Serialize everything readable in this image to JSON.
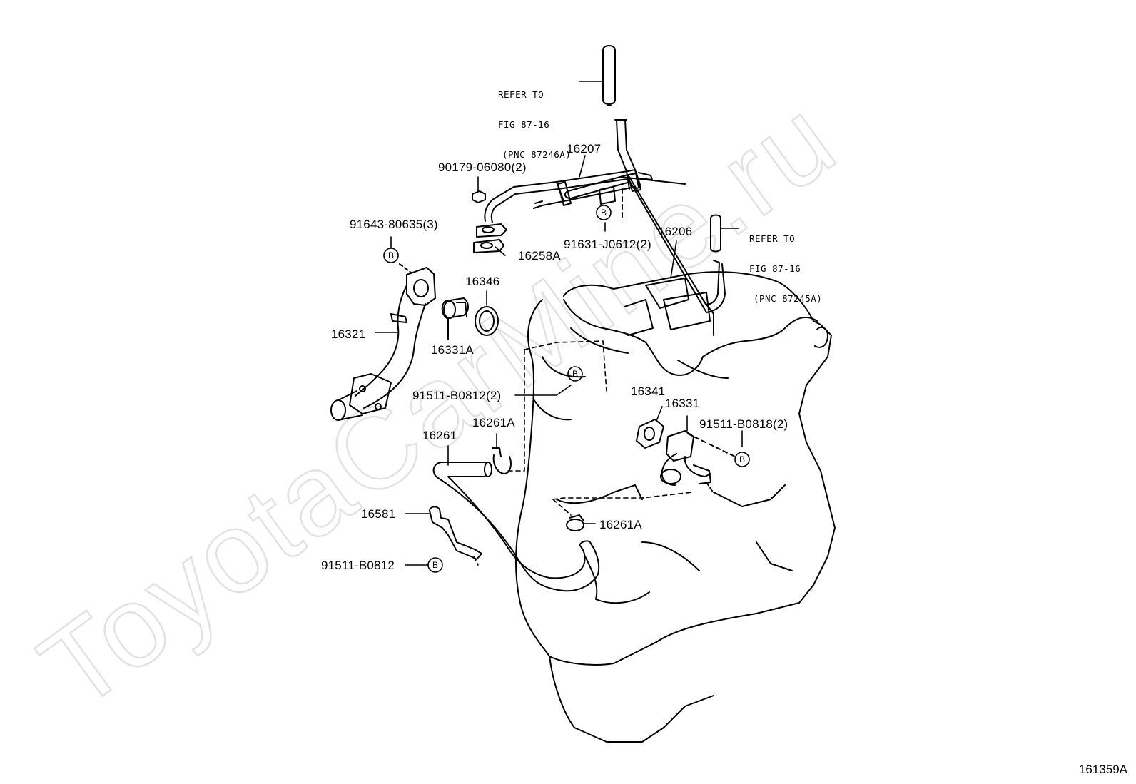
{
  "watermark": "ToyotaCarMine.ru",
  "figure_number": "161359A",
  "fastener_marker": "B",
  "references": [
    {
      "line1": "REFER TO",
      "line2": "FIG 87-16",
      "line3": "(PNC 87246A)"
    },
    {
      "line1": "REFER TO",
      "line2": "FIG 87-16",
      "line3": "(PNC 87245A)"
    }
  ],
  "parts": {
    "p16207": "16207",
    "p90179": "90179-06080(2)",
    "p91643": "91643-80635(3)",
    "p91631": "91631-J0612(2)",
    "p16206": "16206",
    "p16258A": "16258A",
    "p16346": "16346",
    "p16321": "16321",
    "p16331A": "16331A",
    "p91511a": "91511-B0812(2)",
    "p16341": "16341",
    "p16331": "16331",
    "p91511b": "91511-B0818(2)",
    "p16261A_1": "16261A",
    "p16261": "16261",
    "p16581": "16581",
    "p16261A_2": "16261A",
    "p91511c": "91511-B0812"
  }
}
